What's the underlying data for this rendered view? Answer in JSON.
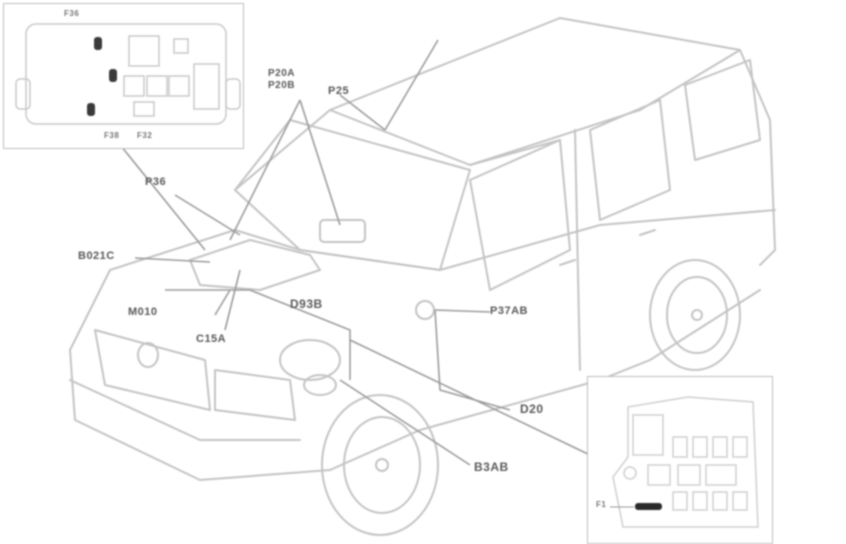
{
  "diagram": {
    "type": "vehicle component location diagram",
    "subject": "compact van, front three-quarter view",
    "labels": [
      {
        "id": "p20a_p20b",
        "text": "P20A\nP20B"
      },
      {
        "id": "p25",
        "text": "P25"
      },
      {
        "id": "p36",
        "text": "P36"
      },
      {
        "id": "b021c",
        "text": "B021C"
      },
      {
        "id": "m010",
        "text": "M010"
      },
      {
        "id": "c15a",
        "text": "C15A"
      },
      {
        "id": "d93b",
        "text": "D93B"
      },
      {
        "id": "p37ab",
        "text": "P37AB"
      },
      {
        "id": "d20",
        "text": "D20"
      },
      {
        "id": "b3ab",
        "text": "B3AB"
      }
    ],
    "insets": {
      "fuse_box_top_left": {
        "label_top": "F36",
        "labels_bottom": [
          "F38",
          "F32"
        ]
      },
      "fuse_box_bottom_right": {
        "label_left": "F1"
      }
    },
    "colors": {
      "line": "#b8b8b8",
      "label": "#5a5a5a",
      "highlight": "#2a2a2a",
      "background": "#ffffff"
    }
  }
}
